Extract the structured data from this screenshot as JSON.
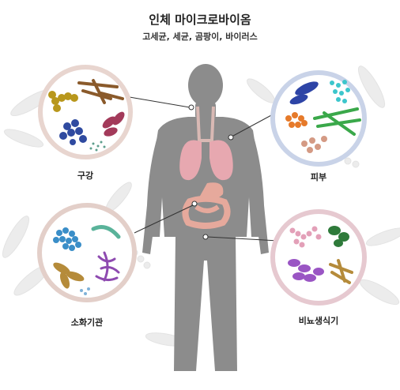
{
  "title": "인체 마이크로바이옴",
  "subtitle": "고세균, 세균, 곰팡이, 바이러스",
  "labels": {
    "mouth": "구강",
    "skin": "피부",
    "gut": "소화기관",
    "urogenital": "비뇨생식기"
  },
  "colors": {
    "body": "#8c8c8c",
    "background_microbes": "#eaeaea",
    "ring_mouth": "#e8d5cf",
    "ring_skin": "#c9d3e8",
    "ring_gut": "#e3cfc9",
    "ring_urogenital": "#e6c9d0",
    "lungs": "#e7a8b0",
    "organs": "#e6a99c"
  }
}
